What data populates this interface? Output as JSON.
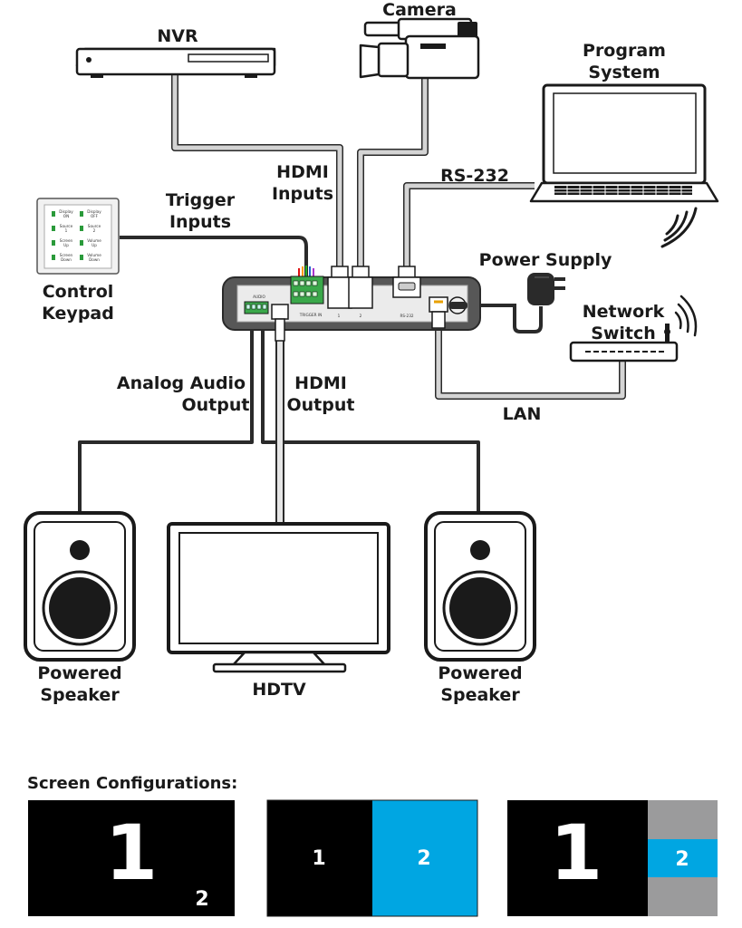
{
  "labels": {
    "nvr": "NVR",
    "camera": "Camera",
    "program_system_1": "Program",
    "program_system_2": "System",
    "rs232": "RS-232",
    "hdmi_inputs_1": "HDMI",
    "hdmi_inputs_2": "Inputs",
    "trigger_inputs_1": "Trigger",
    "trigger_inputs_2": "Inputs",
    "control_keypad_1": "Control",
    "control_keypad_2": "Keypad",
    "power_supply": "Power Supply",
    "network_switch_1": "Network",
    "network_switch_2": "Switch",
    "analog_audio_1": "Analog Audio",
    "analog_audio_2": "Output",
    "hdmi_output_1": "HDMI",
    "hdmi_output_2": "Output",
    "lan": "LAN",
    "powered_speaker_left_1": "Powered",
    "powered_speaker_left_2": "Speaker",
    "hdtv": "HDTV",
    "powered_speaker_right_1": "Powered",
    "powered_speaker_right_2": "Speaker"
  },
  "keypad": {
    "buttons": [
      {
        "line1": "Display",
        "line2": "ON"
      },
      {
        "line1": "Display",
        "line2": "OFF"
      },
      {
        "line1": "Source",
        "line2": "1"
      },
      {
        "line1": "Source",
        "line2": "2"
      },
      {
        "line1": "Screen",
        "line2": "Up"
      },
      {
        "line1": "Volume",
        "line2": "Up"
      },
      {
        "line1": "Screen",
        "line2": "Down"
      },
      {
        "line1": "Volume",
        "line2": "Down"
      }
    ]
  },
  "device_panel": {
    "audio": "AUDIO",
    "trigger_in": "TRIGGER IN",
    "in1": "1",
    "in2": "2",
    "rs232": "RS-232"
  },
  "screen_configurations": {
    "title": "Screen Configurations:",
    "config1": {
      "main": "1",
      "pip": "2"
    },
    "config2": {
      "left": "1",
      "right": "2"
    },
    "config3": {
      "left": "1",
      "right": "2"
    }
  },
  "colors": {
    "accent_blue": "#00a6e2",
    "black": "#000000",
    "gray": "#9b9b9c",
    "device": "#575757",
    "cable_light": "#bcbcbc",
    "cable_dark": "#2a2a2a"
  }
}
